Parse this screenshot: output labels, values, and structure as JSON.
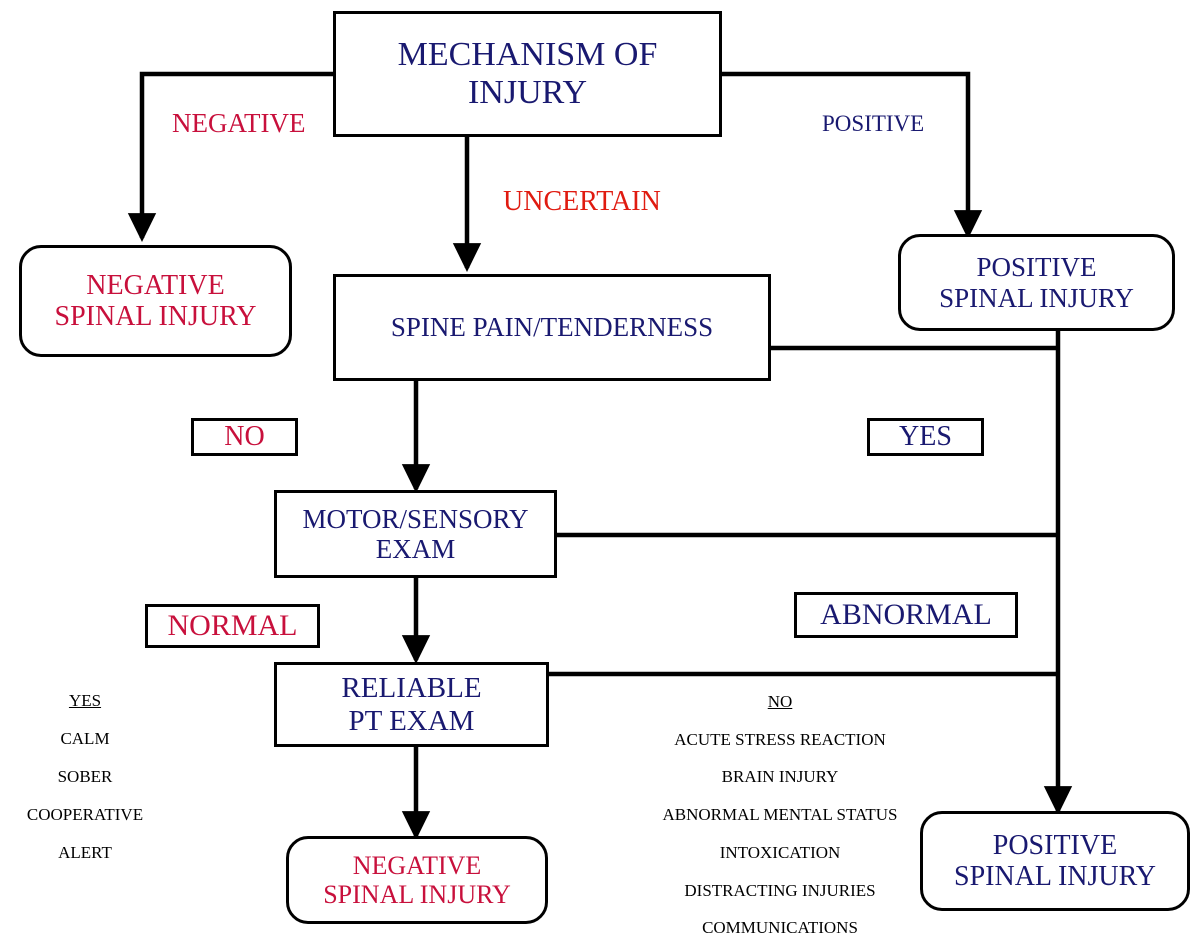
{
  "diagram": {
    "title": "Mechanism of Injury spinal clearance algorithm",
    "colors": {
      "navy": "#191970",
      "crimson": "#c8103c",
      "bright_red": "#e01b10",
      "black": "#000000",
      "background": "#ffffff"
    }
  },
  "nodes": {
    "mechanism_of_injury": {
      "line1": "MECHANISM OF",
      "line2": "INJURY"
    },
    "negative_spinal_injury_top": {
      "line1": "NEGATIVE",
      "line2": "SPINAL INJURY"
    },
    "spine_pain_tenderness": {
      "line1": "SPINE PAIN/TENDERNESS"
    },
    "positive_spinal_injury_top": {
      "line1": "POSITIVE",
      "line2": "SPINAL INJURY"
    },
    "motor_sensory_exam": {
      "line1": "MOTOR/SENSORY",
      "line2": "EXAM"
    },
    "reliable_pt_exam": {
      "line1": "RELIABLE",
      "line2": "PT  EXAM"
    },
    "negative_spinal_injury_bottom": {
      "line1": "NEGATIVE",
      "line2": "SPINAL INJURY"
    },
    "positive_spinal_injury_bottom": {
      "line1": "POSITIVE",
      "line2": "SPINAL INJURY"
    }
  },
  "edge_labels": {
    "negative": "NEGATIVE",
    "uncertain": "UNCERTAIN",
    "positive": "POSITIVE",
    "no": "NO",
    "yes": "YES",
    "normal": "NORMAL",
    "abnormal": "ABNORMAL"
  },
  "criteria": {
    "reliable_yes": {
      "header": "YES",
      "items": [
        "CALM",
        "SOBER",
        "COOPERATIVE",
        "ALERT"
      ]
    },
    "reliable_no": {
      "header": "NO",
      "items": [
        "ACUTE STRESS REACTION",
        "BRAIN INJURY",
        "ABNORMAL MENTAL STATUS",
        "INTOXICATION",
        "DISTRACTING INJURIES",
        "COMMUNICATIONS"
      ]
    }
  }
}
